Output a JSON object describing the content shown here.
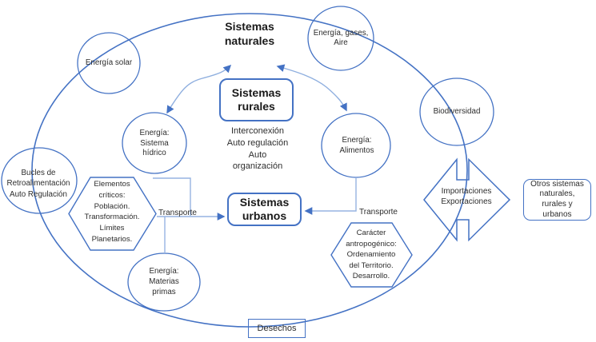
{
  "colors": {
    "shape_stroke": "#4472C4",
    "connector_line": "#96B4E2",
    "curve_line": "#8FAFDF",
    "arrowhead": "#4472C4",
    "text": "#2d2d2d"
  },
  "diagram": {
    "title": "Sistemas\nnaturales",
    "center_text": "Interconexión\nAuto regulación\nAuto\norganización",
    "boxes": {
      "rurales": "Sistemas\nrurales",
      "urbanos": "Sistemas\nurbanos",
      "otros": "Otros sistemas\nnaturales,\nrurales y\nurbanos",
      "desechos": "Desechos"
    },
    "circles": {
      "energia_solar": "Energía solar",
      "energia_gases_aire": "Energía, gases,\nAire",
      "biodiversidad": "Biodiversidad",
      "energia_sistema_hidrico": "Energía:\nSistema\nhídrico",
      "energia_alimentos": "Energía:\nAlimentos",
      "bucles_retroalimentacion": "Bucles de\nRetroalimentación\nAuto Regulación",
      "energia_materias_primas": "Energía:\nMaterias\nprimas"
    },
    "hexagons": {
      "elementos_criticos": "Elementos\ncríticos:\nPoblación.\nTransformación.\nLímites\nPlanetarios.",
      "caracter_antropogenico": "Carácter\nantropogénico:\nOrdenamiento\ndel Territorio.\nDesarrollo."
    },
    "arrows": {
      "transporte_left": "Transporte",
      "transporte_right": "Transporte",
      "importaciones_exportaciones": "Importaciones\nExportaciones"
    }
  }
}
